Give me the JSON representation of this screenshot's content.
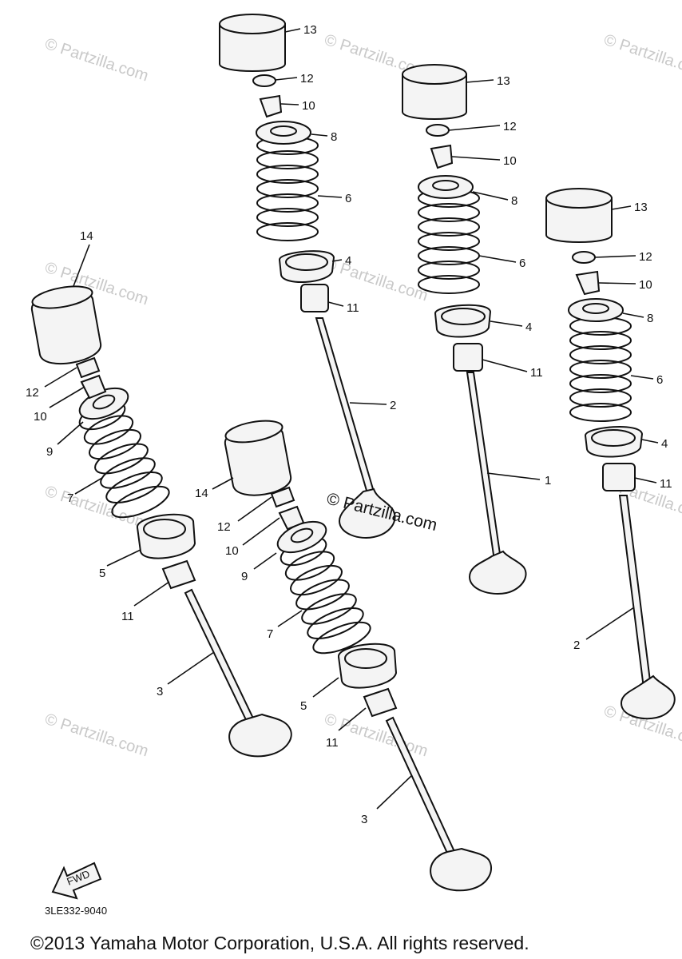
{
  "watermark": "© Partzilla.com",
  "diagram_code": "3LE332-9040",
  "fwd_label": "FWD",
  "copyright": "©2013 Yamaha Motor Corporation, U.S.A. All rights reserved.",
  "labels": {
    "n1": "1",
    "n2": "2",
    "n3": "3",
    "n4": "4",
    "n5": "5",
    "n6": "6",
    "n7": "7",
    "n8": "8",
    "n9": "9",
    "n10": "10",
    "n11": "11",
    "n12": "12",
    "n13": "13",
    "n14": "14"
  }
}
